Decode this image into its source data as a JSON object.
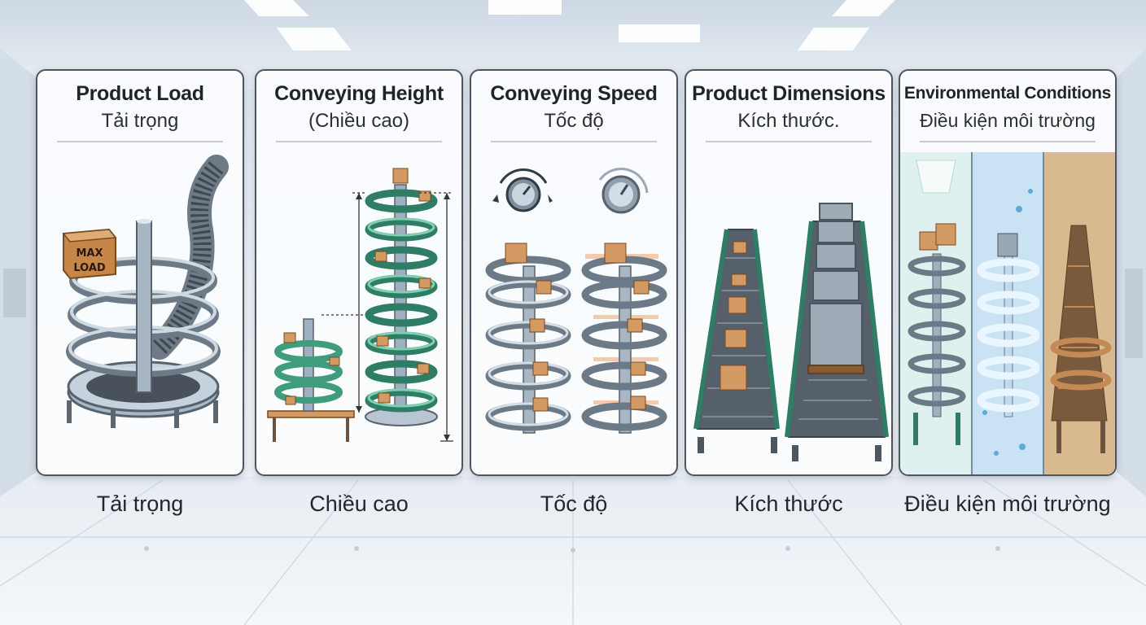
{
  "panels": [
    {
      "title": "Product Load",
      "subtitle": "Tải trọng",
      "caption": "Tải trọng",
      "box_label": "MAX\nLOAD"
    },
    {
      "title": "Conveying Height",
      "subtitle": "(Chiều cao)",
      "caption": "Chiều cao"
    },
    {
      "title": "Conveying Speed",
      "subtitle": "Tốc độ",
      "caption": "Tốc độ"
    },
    {
      "title": "Product Dimensions",
      "subtitle": "Kích thước.",
      "caption": "Kích thước"
    },
    {
      "title": "Environmental Conditions",
      "subtitle": "Điều kiện môi trường",
      "caption": "Điều kiện môi trường"
    }
  ],
  "colors": {
    "steel": "#9fb0c0",
    "steel_dark": "#5c6b78",
    "box": "#d49a63",
    "green": "#3f9c7d",
    "ice": "#8fc6e6",
    "rust": "#c48a55"
  }
}
